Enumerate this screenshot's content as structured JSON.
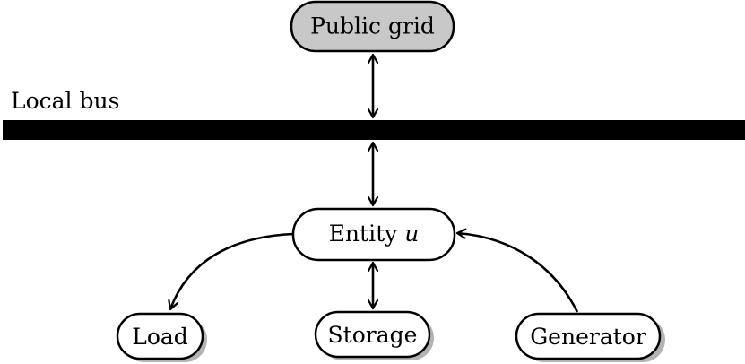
{
  "bus": {
    "label": "Local bus"
  },
  "nodes": {
    "grid": {
      "label": "Public grid"
    },
    "entity": {
      "label_prefix": "Entity",
      "label_var": "u"
    },
    "load": {
      "label": "Load"
    },
    "storage": {
      "label": "Storage"
    },
    "generator": {
      "label": "Generator"
    }
  },
  "colors": {
    "grid_fill": "#c8c8c8",
    "node_fill": "#ffffff",
    "shadow": "#b3b3b3",
    "bus": "#000000",
    "stroke": "#000000"
  }
}
